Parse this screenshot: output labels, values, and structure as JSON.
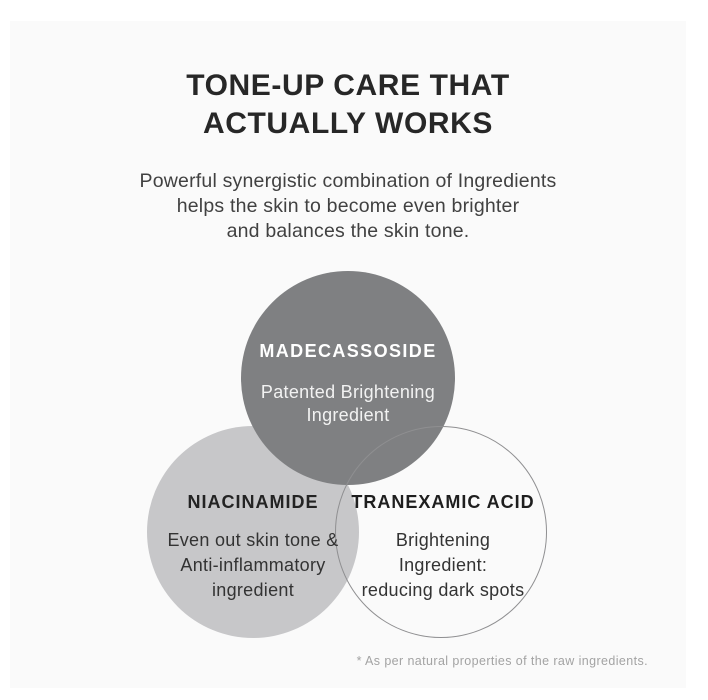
{
  "infographic": {
    "title": "TONE-UP CARE THAT\nACTUALLY WORKS",
    "subtitle": "Powerful synergistic combination of Ingredients\nhelps the skin to become even brighter\nand balances the skin tone.",
    "footnote": "* As per natural properties of the raw ingredients.",
    "colors": {
      "page_background": "#ffffff",
      "panel_background": "#fafafa",
      "title_text": "#272727",
      "subtitle_text": "#414141",
      "footnote_text": "#a3a3a3",
      "madecassoside_fill": "#7f8082",
      "madecassoside_text": "#ffffff",
      "niacinamide_fill": "#c7c7c9",
      "niacinamide_text": "#232323",
      "tranexamic_fill": "none",
      "tranexamic_border": "#8f8f91",
      "tranexamic_text": "#1e1e1e"
    },
    "venn": {
      "circles": [
        {
          "id": "madecassoside",
          "name": "MADECASSOSIDE",
          "desc": "Patented Brightening\nIngredient"
        },
        {
          "id": "niacinamide",
          "name": "NIACINAMIDE",
          "desc": "Even out skin tone &\nAnti-inflammatory\ningredient"
        },
        {
          "id": "tranexamic-acid",
          "name": "TRANEXAMIC ACID",
          "desc": "Brightening\nIngredient:\nreducing dark spots"
        }
      ]
    }
  }
}
